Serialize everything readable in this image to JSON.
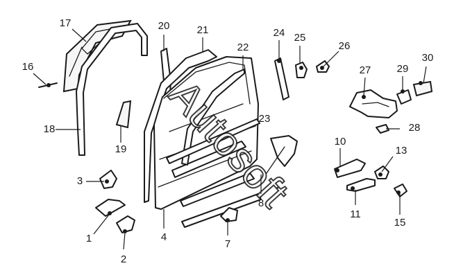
{
  "diagram": {
    "watermark_text": "Autosoft",
    "callouts": [
      "1",
      "2",
      "3",
      "4",
      "7",
      "8",
      "10",
      "11",
      "13",
      "15",
      "16",
      "17",
      "18",
      "19",
      "20",
      "21",
      "22",
      "23",
      "24",
      "25",
      "26",
      "27",
      "28",
      "29",
      "30"
    ]
  }
}
